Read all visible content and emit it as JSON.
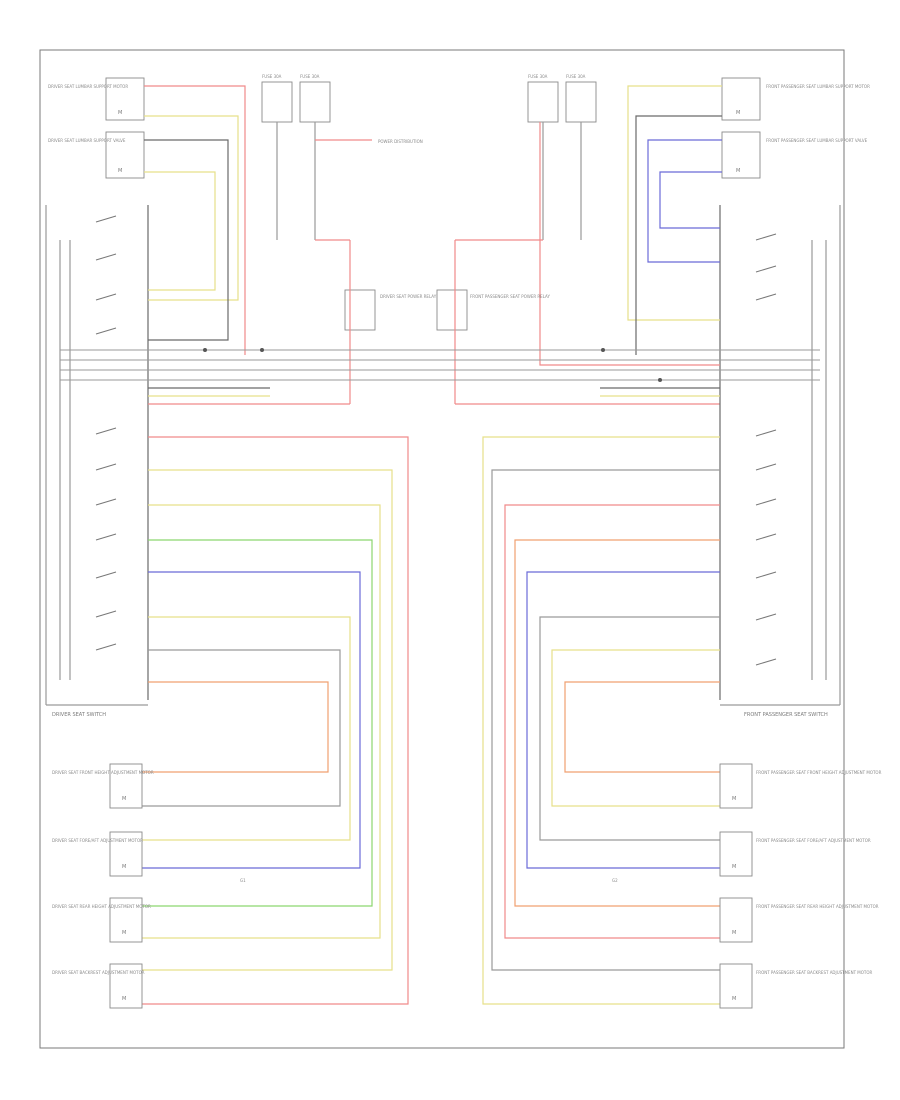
{
  "diagram": {
    "footer_code": "",
    "left_switch_label": "DRIVER SEAT SWITCH",
    "right_switch_label": "FRONT PASSENGER SEAT SWITCH",
    "left_motor_labels": [
      "DRIVER SEAT FRONT HEIGHT ADJUSTMENT MOTOR",
      "DRIVER SEAT FORE/AFT ADJUSTMENT MOTOR",
      "DRIVER SEAT REAR HEIGHT ADJUSTMENT MOTOR",
      "DRIVER SEAT BACKREST ADJUSTMENT MOTOR"
    ],
    "right_motor_labels": [
      "FRONT PASSENGER SEAT FRONT HEIGHT ADJUSTMENT MOTOR",
      "FRONT PASSENGER SEAT FORE/AFT ADJUSTMENT MOTOR",
      "FRONT PASSENGER SEAT REAR HEIGHT ADJUSTMENT MOTOR",
      "FRONT PASSENGER SEAT BACKREST ADJUSTMENT MOTOR"
    ],
    "top_left_motors": [
      "DRIVER SEAT LUMBAR SUPPORT MOTOR",
      "DRIVER SEAT LUMBAR SUPPORT VALVE"
    ],
    "top_right_motors": [
      "FRONT PASSENGER SEAT LUMBAR SUPPORT MOTOR",
      "FRONT PASSENGER SEAT LUMBAR SUPPORT VALVE"
    ],
    "center_left_component": "DRIVER SEAT POWER RELAY",
    "center_right_component": "FRONT PASSENGER SEAT POWER RELAY",
    "fuse_labels": [
      "FUSE 30A",
      "FUSE 30A",
      "FUSE 30A",
      "FUSE 30A"
    ],
    "power_note": "POWER DISTRIBUTION",
    "ground_left": "G1",
    "ground_right": "G2",
    "wire_colors": {
      "red": "#f08a8a",
      "yellow": "#e6e08a",
      "green": "#8cd66f",
      "blue": "#6b6bd8",
      "orange": "#f0a070",
      "gray": "#9a9a9a",
      "dark": "#6a6a6a"
    }
  }
}
